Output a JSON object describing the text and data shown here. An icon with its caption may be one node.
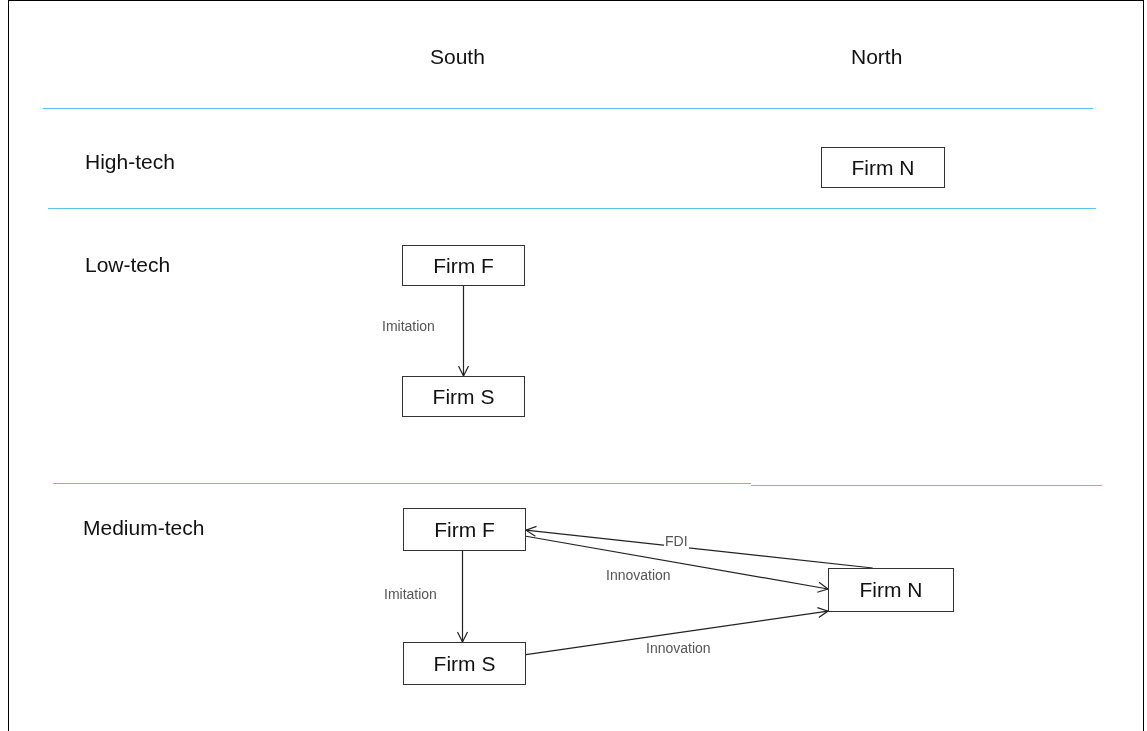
{
  "diagram": {
    "nodes": [
      {
        "text": [
          "Firm N"
        ]
      },
      {
        "text": [
          "Firm F"
        ]
      },
      {
        "text": [
          "Firm S"
        ]
      },
      {
        "text": [
          "Firm F"
        ]
      },
      {
        "text": [
          "Firm S"
        ]
      },
      {
        "text": [
          "Firm N"
        ]
      }
    ],
    "edges": [
      {
        "from": 1,
        "to": 2,
        "arrow": "to",
        "label": "Imitation"
      },
      {
        "from": 5,
        "to": 3,
        "arrow": "to",
        "label": "FDI"
      },
      {
        "from": 3,
        "to": 5,
        "arrow": "to",
        "label": "Innovation"
      },
      {
        "from": 3,
        "to": 4,
        "arrow": "to",
        "label": "Imitation"
      },
      {
        "from": 4,
        "to": 5,
        "arrow": "to",
        "label": "Innovation"
      }
    ],
    "labels": [
      "South",
      "North",
      "High-tech",
      "Low-tech",
      "Medium-tech"
    ]
  }
}
